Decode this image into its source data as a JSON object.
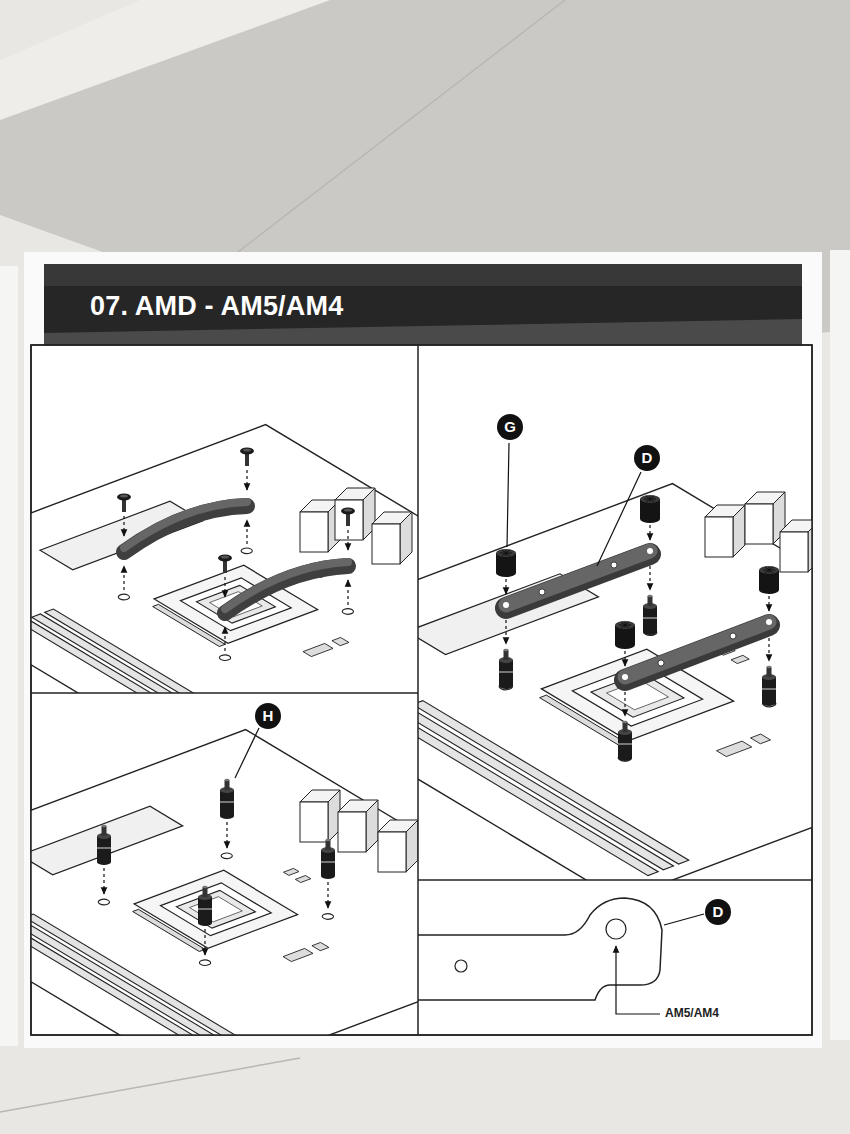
{
  "diagram": {
    "title": "07. AMD - AM5/AM4",
    "labels": [
      "G",
      "D",
      "H",
      "D",
      "AM5/AM4"
    ]
  }
}
